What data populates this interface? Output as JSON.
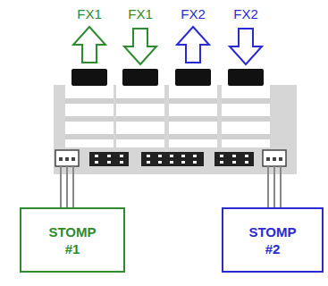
{
  "diagram": {
    "nodes": [
      {
        "text": [
          "STOMP #1"
        ]
      },
      {
        "text": [
          "STOMP #2"
        ]
      }
    ],
    "labels": [
      "FX1",
      "FX1",
      "FX2",
      "FX2"
    ]
  }
}
